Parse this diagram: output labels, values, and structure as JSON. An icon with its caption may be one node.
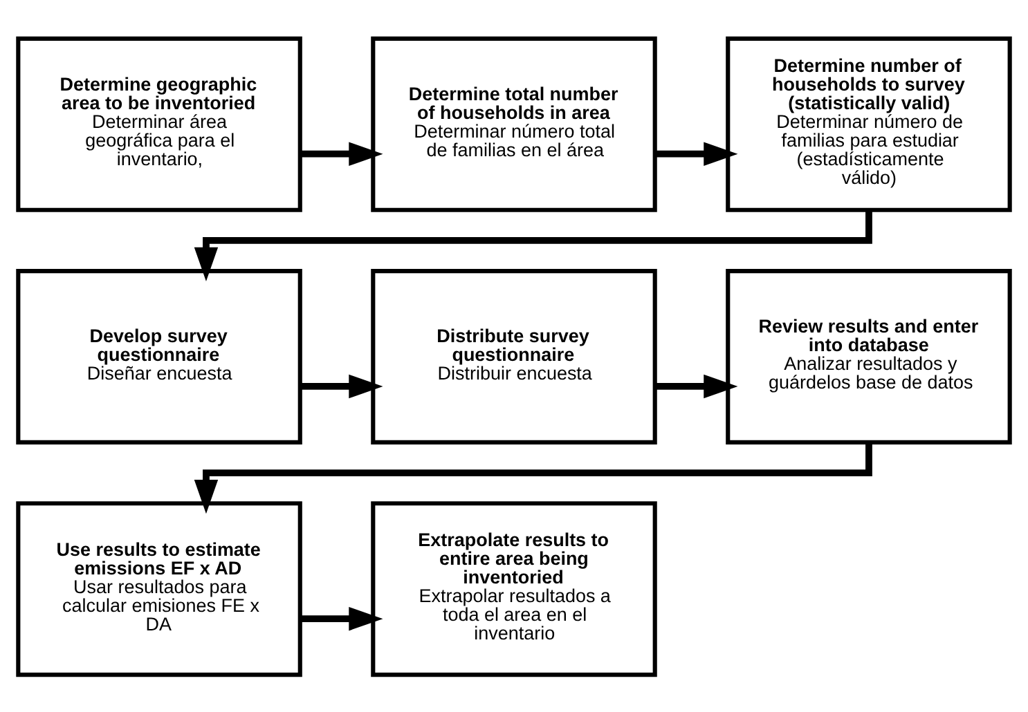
{
  "diagram": {
    "nodes": [
      {
        "text": [
          "Determine geographic area to be inventoried",
          "Determinar área geográfica para el inventario,"
        ]
      },
      {
        "text": [
          "Determine total number of households in area",
          "Determinar número total de familias en el área"
        ]
      },
      {
        "text": [
          "Determine number of households to survey (statistically valid)",
          "Determinar número de familias para estudiar (estadísticamente válido)"
        ]
      },
      {
        "text": [
          "Develop survey questionnaire",
          "Diseñar encuesta"
        ]
      },
      {
        "text": [
          "Distribute survey questionnaire",
          "Distribuir encuesta"
        ]
      },
      {
        "text": [
          "Review results and enter into database",
          "Analizar resultados y guárdelos base de datos"
        ]
      },
      {
        "text": [
          "Use results to estimate emissions EF x AD",
          "Usar resultados para calcular emisiones FE x DA"
        ]
      },
      {
        "text": [
          "Extrapolate results to entire area being inventoried",
          "Extrapolar resultados a toda el area en el inventario"
        ]
      }
    ],
    "edges": [
      {
        "from": 0,
        "to": 1,
        "arrow": "to"
      },
      {
        "from": 1,
        "to": 2,
        "arrow": "to"
      },
      {
        "from": 2,
        "to": 3,
        "arrow": "to"
      },
      {
        "from": 3,
        "to": 4,
        "arrow": "to"
      },
      {
        "from": 4,
        "to": 5,
        "arrow": "to"
      },
      {
        "from": 5,
        "to": 6,
        "arrow": "to"
      },
      {
        "from": 6,
        "to": 7,
        "arrow": "to"
      }
    ]
  }
}
